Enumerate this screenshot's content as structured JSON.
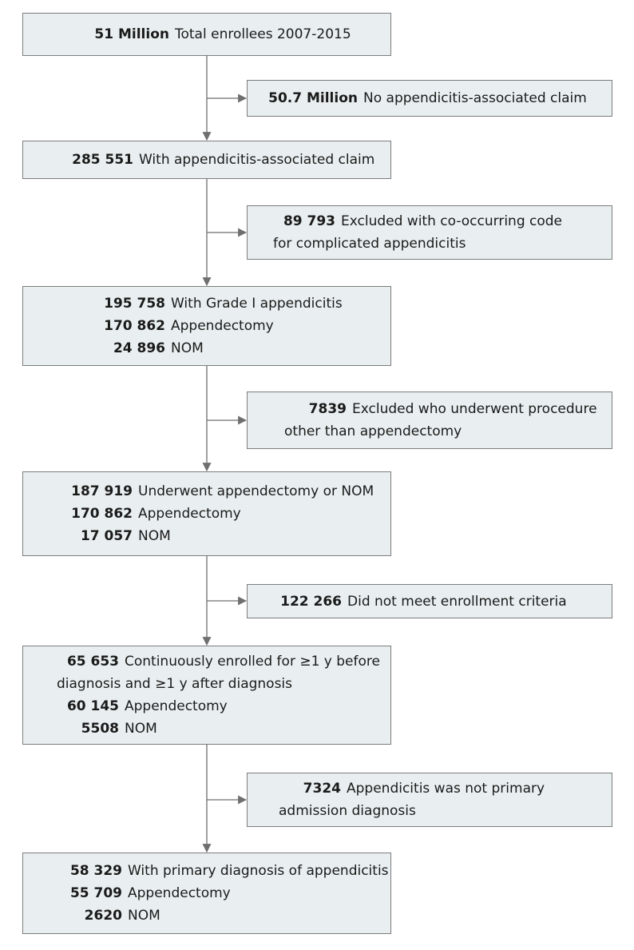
{
  "main": [
    {
      "id": "total",
      "lines": [
        {
          "num": "51 Million",
          "text": "Total enrollees 2007-2015"
        }
      ]
    },
    {
      "id": "appendicitis-claim",
      "lines": [
        {
          "num": "285 551",
          "text": "With appendicitis-associated claim"
        }
      ]
    },
    {
      "id": "grade-1",
      "lines": [
        {
          "num": "195 758",
          "text": "With Grade I appendicitis"
        },
        {
          "num": "170 862",
          "text": "Appendectomy"
        },
        {
          "num": "24 896",
          "text": "NOM"
        }
      ]
    },
    {
      "id": "appendectomy-or-nom",
      "lines": [
        {
          "num": "187 919",
          "text": "Underwent appendectomy or NOM"
        },
        {
          "num": "170 862",
          "text": "Appendectomy"
        },
        {
          "num": "17 057",
          "text": "NOM"
        }
      ]
    },
    {
      "id": "continuously-enrolled",
      "lines": [
        {
          "num": "65 653",
          "text": "Continuously enrolled for ≥1 y before"
        },
        {
          "num": "",
          "text": "diagnosis and ≥1 y after diagnosis"
        },
        {
          "num": "60 145",
          "text": "Appendectomy"
        },
        {
          "num": "5508",
          "text": "NOM"
        }
      ]
    },
    {
      "id": "primary-diagnosis",
      "lines": [
        {
          "num": "58 329",
          "text": "With primary diagnosis of appendicitis"
        },
        {
          "num": "55 709",
          "text": "Appendectomy"
        },
        {
          "num": "2620",
          "text": "NOM"
        }
      ]
    }
  ],
  "exclusions": [
    {
      "id": "no-claim",
      "lines": [
        {
          "num": "50.7 Million",
          "text": "No appendicitis-associated claim"
        }
      ]
    },
    {
      "id": "complicated",
      "lines": [
        {
          "num": "89 793",
          "text": "Excluded with co-occurring code"
        },
        {
          "num": "",
          "text": "for complicated appendicitis"
        }
      ]
    },
    {
      "id": "other-procedure",
      "lines": [
        {
          "num": "7839",
          "text": "Excluded who underwent procedure"
        },
        {
          "num": "",
          "text": "other than appendectomy"
        }
      ]
    },
    {
      "id": "enrollment",
      "lines": [
        {
          "num": "122 266",
          "text": "Did not meet enrollment criteria"
        }
      ]
    },
    {
      "id": "not-primary",
      "lines": [
        {
          "num": "7324",
          "text": "Appendicitis was not primary"
        },
        {
          "num": "",
          "text": "admission diagnosis"
        }
      ]
    }
  ],
  "colors": {
    "box_fill": "#e9eff0",
    "box_border": "#7c7c7c",
    "line": "#6f6f6f",
    "text": "#1a1a1a"
  }
}
